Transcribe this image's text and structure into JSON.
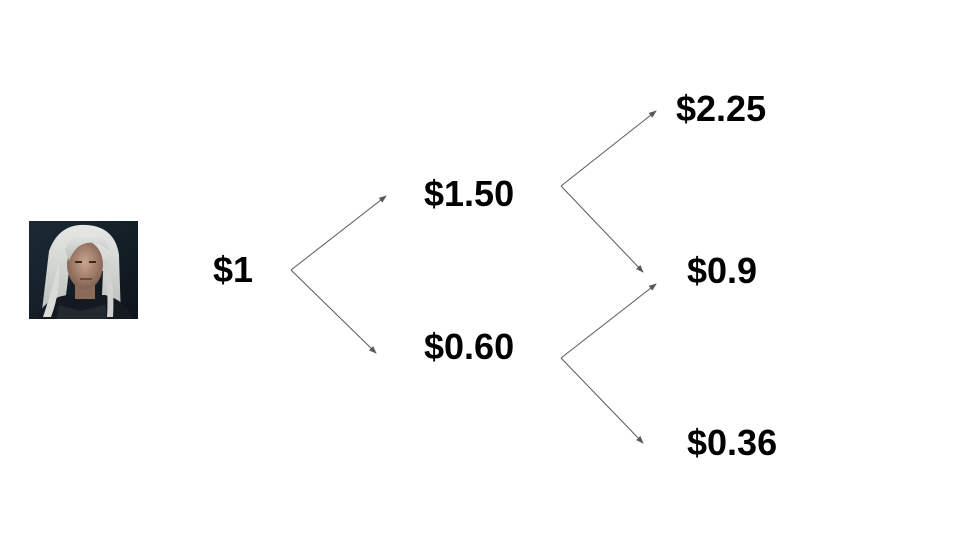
{
  "tree": {
    "root": "$1",
    "up": "$1.50",
    "down": "$0.60",
    "up_up": "$2.25",
    "up_down": "$0.9",
    "down_down": "$0.36"
  },
  "colors": {
    "text": "#000000",
    "arrow": "#595959",
    "background": "#ffffff"
  },
  "icons": {
    "portrait": "portrait-photo"
  }
}
